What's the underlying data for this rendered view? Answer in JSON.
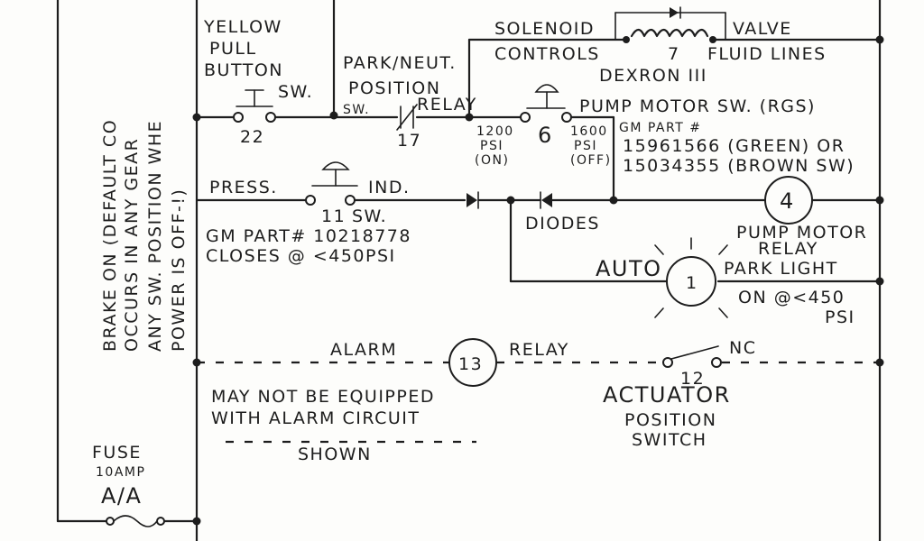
{
  "left_note": {
    "line1": "BRAKE ON (DEFAULT CO",
    "line2": "OCCURS IN ANY GEAR",
    "line3": "ANY SW. POSITION WHE",
    "line4": "POWER IS OFF-!)"
  },
  "switch22": {
    "title1": "YELLOW",
    "title2": "PULL",
    "title3": "BUTTON",
    "sw": "SW.",
    "number": "22"
  },
  "switch17": {
    "title1": "PARK/NEUT.",
    "title2": "POSITION",
    "sw": "SW.",
    "relay": "RELAY",
    "number": "17"
  },
  "solenoid": {
    "label": "SOLENOID",
    "valve": "VALVE",
    "controls": "CONTROLS",
    "number": "7",
    "fluid": "FLUID LINES",
    "fluid_type": "DEXRON III"
  },
  "pump_switch": {
    "number": "6",
    "on_psi": "1200",
    "on_psi_unit": "PSI",
    "on_state": "(ON)",
    "off_psi": "1600",
    "off_psi_unit": "PSI",
    "off_state": "(OFF)",
    "title": "PUMP MOTOR SW. (RGS)",
    "part_label": "GM PART #",
    "part1": "15961566 (GREEN) OR",
    "part2": "15034355 (BROWN SW)"
  },
  "pump_relay": {
    "number": "4",
    "line1": "PUMP MOTOR",
    "line2": "RELAY"
  },
  "pressure_switch": {
    "press": "PRESS.",
    "ind": "IND.",
    "number": "11",
    "sw": "SW.",
    "part": "GM PART# 10218778",
    "closes": "CLOSES @ <450PSI"
  },
  "diodes": {
    "label": "DIODES"
  },
  "park_light": {
    "auto": "AUTO",
    "number": "1",
    "label": "PARK LIGHT",
    "on_note": "ON @<450",
    "psi": "PSI"
  },
  "alarm": {
    "alarm_label": "ALARM",
    "number": "13",
    "relay_label": "RELAY",
    "note1": "MAY NOT BE EQUIPPED",
    "note2": "WITH ALARM CIRCUIT",
    "shown": "SHOWN"
  },
  "actuator": {
    "nc": "NC",
    "number": "12",
    "line1": "ACTUATOR",
    "line2": "POSITION",
    "line3": "SWITCH"
  },
  "fuse": {
    "label": "FUSE",
    "rating": "10AMP",
    "type": "A/A"
  }
}
